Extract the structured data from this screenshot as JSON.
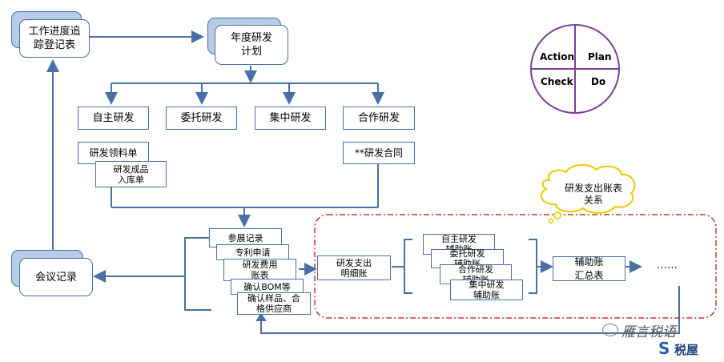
{
  "nodes": {
    "work_progress": "工作进度追\n踪登记表",
    "annual_plan": "年度研发\n计划",
    "self_rd": "自主研发",
    "commissioned_rd": "委托研发",
    "centralized_rd": "集中研发",
    "cooperative_rd": "合作研发",
    "material_form": "研发领料单",
    "product_form": "研发成品\n入库单",
    "rd_contract": "**研发合同",
    "meeting_record": "会议记录",
    "exhibition_record": "参展记录",
    "patent_application": "专利申请",
    "rd_expense_ledger": "研发费用\n账表",
    "confirm_bom": "确认BOM等",
    "confirm_samples": "确认样品、合\n格供应商",
    "rd_expense_detail": "研发支出\n明细账",
    "self_rd_aux": "自主研发\n辅助账",
    "commissioned_rd_aux": "委托研发\n辅助账",
    "cooperative_rd_aux": "合作研发\n辅助账",
    "centralized_rd_aux": "集中研发\n辅助账",
    "aux_summary": "辅助账\n汇总表",
    "ellipsis": "……"
  },
  "callout": {
    "text": "研发支出账表\n关系"
  },
  "pdca": {
    "action": "Action",
    "plan": "Plan",
    "check": "Check",
    "do": "Do"
  },
  "watermark": {
    "account": "雁言税语",
    "brand": "税屋"
  },
  "colors": {
    "line": "#4a6fa5",
    "dash": "#c0392b",
    "shadow": "#b8cce8",
    "callout": "#f0c800",
    "pdca": "#7b3f98"
  }
}
